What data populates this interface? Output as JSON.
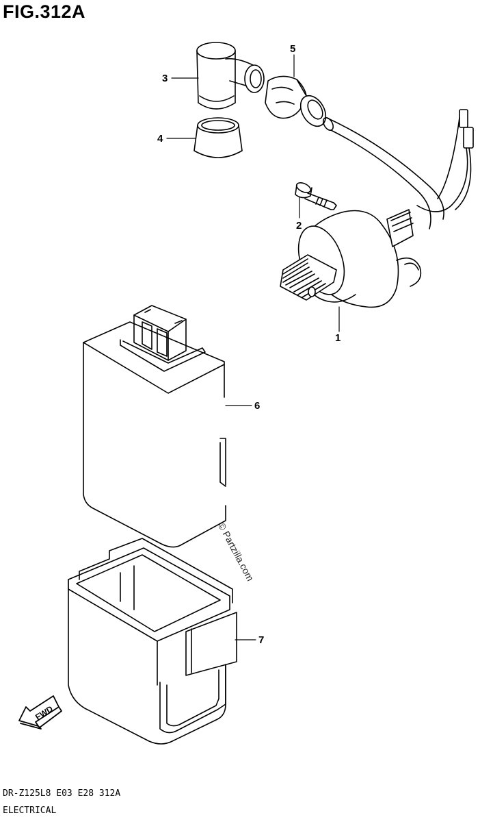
{
  "figure": {
    "title": "FIG.312A"
  },
  "parts": [
    {
      "number": "1"
    },
    {
      "number": "2"
    },
    {
      "number": "3"
    },
    {
      "number": "4"
    },
    {
      "number": "5"
    },
    {
      "number": "6"
    },
    {
      "number": "7"
    }
  ],
  "direction_marker": {
    "label": "FWD"
  },
  "watermark": {
    "text": "© Partzilla.com"
  },
  "footer": {
    "model_code": "DR-Z125L8  E03  E28  312A",
    "section": "ELECTRICAL"
  }
}
